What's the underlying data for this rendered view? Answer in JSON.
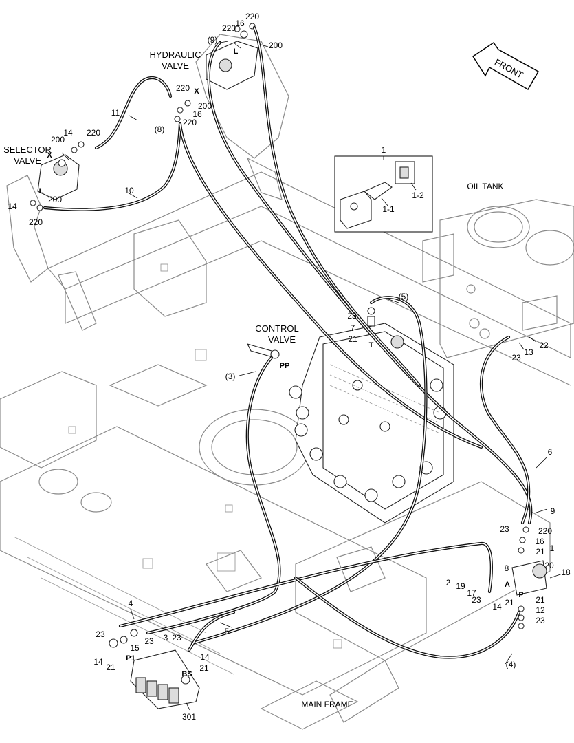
{
  "labels": {
    "hydraulic_valve": [
      "HYDRAULIC",
      "VALVE"
    ],
    "selector_valve": [
      "SELECTOR",
      "VALVE"
    ],
    "control_valve": [
      "CONTROL",
      "VALVE"
    ],
    "oil_tank": "OIL TANK",
    "main_frame": "MAIN FRAME",
    "front": "FRONT"
  },
  "callouts": {
    "c1_inset": "1",
    "c1_1": "1-1",
    "c1_2": "1-2",
    "c220_top": "220",
    "c16_top": "16",
    "c220_top2": "220",
    "c9_top": "(9)",
    "c200_top": "200",
    "c220_hv": "220",
    "cx_hv": "X",
    "c200_hv": "200",
    "c16_hv": "16",
    "c220_hv2": "220",
    "c8": "(8)",
    "cl_hv": "L",
    "c11": "11",
    "c14_sv": "14",
    "c200_sv": "200",
    "c220_sv": "220",
    "cx_sv": "X",
    "cl_sv": "L",
    "c200_sv2": "200",
    "c14_sv2": "14",
    "c220_sv2": "220",
    "c10": "10",
    "c5p": "(5)",
    "c23_cv": "23",
    "c7": "7",
    "c21_cv": "21",
    "ct_cv": "T",
    "cpp": "PP",
    "c3p": "(3)",
    "c23_ot": "23",
    "c13": "13",
    "c22": "22",
    "c6": "6",
    "c9": "9",
    "c23_r": "23",
    "c220_r": "220",
    "c16_r": "16",
    "c21_r": "21",
    "c1_r": "1",
    "c20": "20",
    "c18": "18",
    "c8_r": "8",
    "ca_r": "A",
    "cp_r": "P",
    "c21_r2": "21",
    "c12": "12",
    "c23_r2": "23",
    "c2": "2",
    "c19": "19",
    "c17": "17",
    "c23_b": "23",
    "c14_b": "14",
    "c21_b": "21",
    "c4p": "(4)",
    "c4": "4",
    "c23_l": "23",
    "c23_l2": "23",
    "c3": "3",
    "c23_l3": "23",
    "c5": "5",
    "c15": "15",
    "c14_l": "14",
    "c21_l": "21",
    "cp1": "P1",
    "c14_l2": "14",
    "c21_l2": "21",
    "cbs": "BS",
    "c301": "301"
  }
}
